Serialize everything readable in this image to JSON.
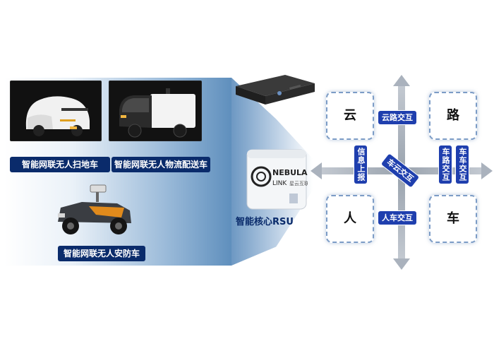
{
  "vehicles": [
    {
      "label": "智能网联无人扫地车",
      "icon": "sweeper-vehicle"
    },
    {
      "label": "智能网联无人物流配送车",
      "icon": "delivery-vehicle"
    },
    {
      "label": "智能网联无人安防车",
      "icon": "security-vehicle"
    }
  ],
  "rsu": {
    "label": "智能核心RSU",
    "brand_top": "NEBULA",
    "brand_bottom": "LINK",
    "brand_cn": "星云互联"
  },
  "diagram": {
    "nodes": {
      "cloud": "云",
      "road": "路",
      "person": "人",
      "car": "车"
    },
    "edges": {
      "cloud_road": "云路交互",
      "person_car": "人车交互",
      "car_cloud": "车云交互",
      "info_report": "信息上报",
      "car_road": "车路交互",
      "car_car": "车车交互"
    }
  },
  "colors": {
    "label_bg": "#0a2b6b",
    "tag_bg": "#1f3fae",
    "arrow": "#aab2bd",
    "node_border": "#7c9cc6"
  }
}
